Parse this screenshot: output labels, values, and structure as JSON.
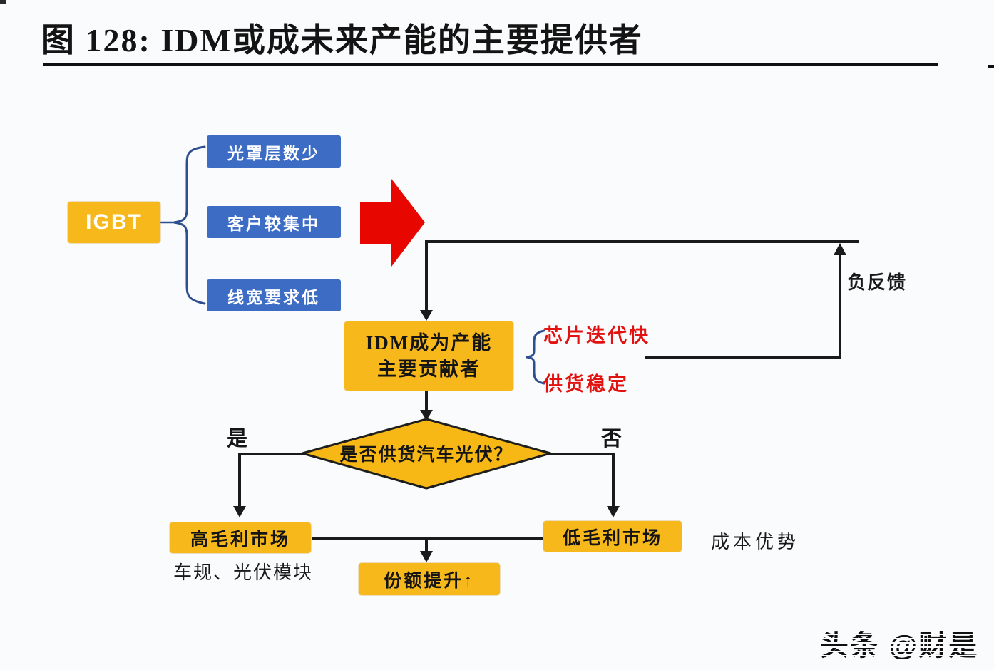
{
  "page": {
    "title": "图 128: IDM或成未来产能的主要提供者",
    "watermark": "头条 @财是",
    "background": "#fafbfc"
  },
  "colors": {
    "box_yellow": "#f7b81b",
    "box_blue": "#3d6cc4",
    "accent_red": "#e21210",
    "brace_blue": "#2f4e8f",
    "line_black": "#1a1a1a"
  },
  "flowchart": {
    "source_box": {
      "label": "IGBT"
    },
    "reason_boxes": [
      "光罩层数少",
      "客户较集中",
      "线宽要求低"
    ],
    "main_box": {
      "line1": "IDM成为产能",
      "line2": "主要贡献者"
    },
    "advantages": [
      "芯片迭代快",
      "供货稳定"
    ],
    "decision": {
      "label": "是否供货汽车光伏？",
      "yes_label": "是",
      "no_label": "否"
    },
    "outcomes": {
      "high": "高毛利市场",
      "low": "低毛利市场",
      "share": "份额提升↑"
    },
    "notes": {
      "high_note": "车规、光伏模块",
      "low_note": "成本优势",
      "feedback": "负反馈"
    }
  }
}
